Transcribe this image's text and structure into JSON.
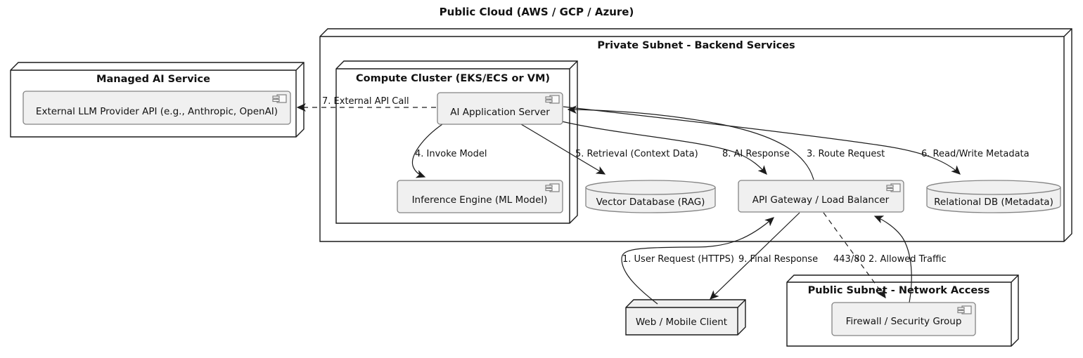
{
  "diagram": {
    "title": "Public Cloud (AWS / GCP / Azure)",
    "colors": {
      "background": "#ffffff",
      "node_fill": "#ffffff",
      "node_border": "#1a1a1a",
      "component_fill": "#f0f0f0",
      "component_border": "#848484",
      "arrow": "#1c1c1c",
      "text": "#121212"
    }
  },
  "nodes": {
    "private_subnet": {
      "label": "Private Subnet - Backend Services"
    },
    "managed_ai": {
      "label": "Managed AI Service"
    },
    "compute_cluster": {
      "label": "Compute Cluster (EKS/ECS or VM)"
    },
    "public_subnet": {
      "label": "Public Subnet - Network Access"
    },
    "web_client": {
      "label": "Web / Mobile Client"
    }
  },
  "components": {
    "external_llm": {
      "label": "External LLM Provider API (e.g., Anthropic, OpenAI)",
      "icon": "component-icon"
    },
    "ai_app_server": {
      "label": "AI Application Server",
      "icon": "component-icon"
    },
    "inference_engine": {
      "label": "Inference Engine (ML Model)",
      "icon": "component-icon"
    },
    "api_gateway": {
      "label": "API Gateway / Load Balancer",
      "icon": "component-icon"
    },
    "firewall": {
      "label": "Firewall / Security Group",
      "icon": "component-icon"
    }
  },
  "databases": {
    "vector_db": {
      "label": "Vector Database (RAG)"
    },
    "relational_db": {
      "label": "Relational DB (Metadata)"
    }
  },
  "edges": {
    "user_request": {
      "label": "1. User Request (HTTPS)",
      "from": "web_client",
      "to": "api_gateway",
      "style": "solid"
    },
    "allowed_traffic": {
      "label": "2. Allowed Traffic",
      "from": "firewall",
      "to": "api_gateway",
      "style": "solid"
    },
    "route_request": {
      "label": "3. Route Request",
      "from": "api_gateway",
      "to": "ai_app_server",
      "style": "solid"
    },
    "invoke_model": {
      "label": "4. Invoke Model",
      "from": "ai_app_server",
      "to": "inference_engine",
      "style": "solid"
    },
    "retrieval": {
      "label": "5. Retrieval (Context Data)",
      "from": "ai_app_server",
      "to": "vector_db",
      "style": "solid"
    },
    "read_write_metadata": {
      "label": "6. Read/Write Metadata",
      "from": "ai_app_server",
      "to": "relational_db",
      "style": "solid"
    },
    "external_api_call": {
      "label": "7. External API Call",
      "from": "ai_app_server",
      "to": "external_llm",
      "style": "dashed"
    },
    "ai_response": {
      "label": "8. AI Response",
      "from": "ai_app_server",
      "to": "api_gateway",
      "style": "solid"
    },
    "final_response": {
      "label": "9. Final Response",
      "from": "api_gateway",
      "to": "web_client",
      "style": "solid"
    },
    "port": {
      "label": "443/80",
      "from": "api_gateway",
      "to": "firewall",
      "style": "dashed"
    }
  }
}
